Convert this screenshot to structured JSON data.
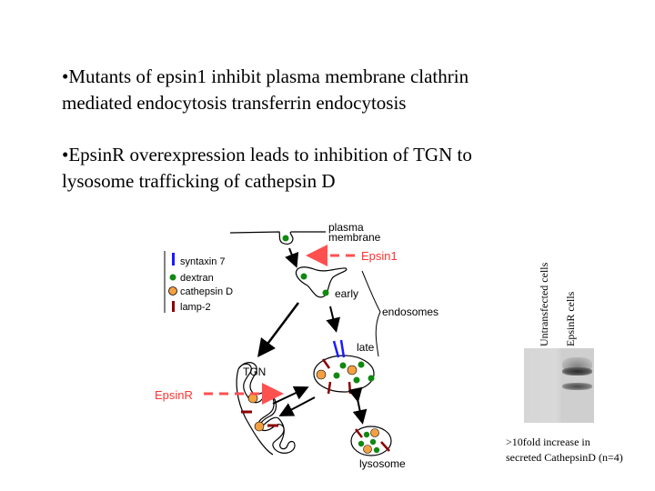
{
  "bullets": [
    {
      "lines": [
        "•Mutants of epsin1 inhibit plasma membrane clathrin",
        "mediated endocytosis transferrin endocytosis"
      ]
    },
    {
      "lines": [
        "•EpsinR overexpression leads to inhibition of TGN to",
        "lysosome trafficking of cathepsin D"
      ]
    }
  ],
  "diagram": {
    "legend": [
      {
        "icon": "syntaxin-bar",
        "label": "syntaxin 7",
        "color": "#1a1aff"
      },
      {
        "icon": "dextran-dot",
        "label": "dextran",
        "color": "#118811"
      },
      {
        "icon": "cathepsin-circle",
        "label": "cathepsin D",
        "color": "#f5a040"
      },
      {
        "icon": "lamp-bar",
        "label": "lamp-2",
        "color": "#8b0000"
      }
    ],
    "labels": {
      "plasma_membrane_1": "plasma",
      "plasma_membrane_2": "membrane",
      "early": "early",
      "endosomes": "endosomes",
      "late": "late",
      "tgn": "TGN",
      "lysosome": "lysosome"
    },
    "inhibitors": {
      "epsin1": "Epsin1",
      "epsinr": "EpsinR",
      "color": "#ff3333"
    }
  },
  "gel": {
    "lane_labels": [
      "Untransfected  cells",
      "EpsinR cells"
    ],
    "caption_lines": [
      ">10fold  increase in",
      "secreted  CathepsinD  (n=4)"
    ]
  }
}
